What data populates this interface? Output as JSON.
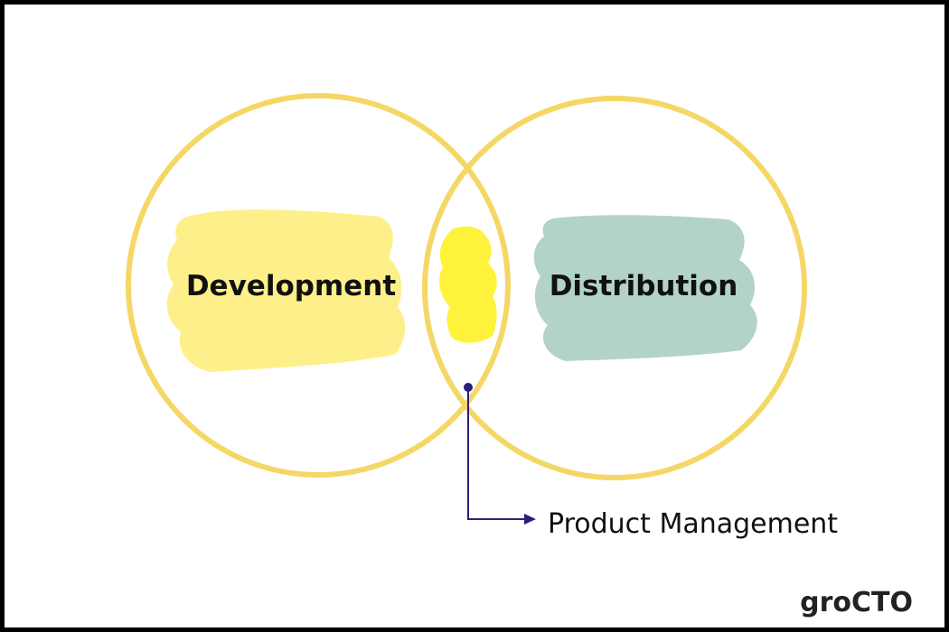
{
  "diagram": {
    "left_set": {
      "label": "Development",
      "fill": "#fdf08a"
    },
    "right_set": {
      "label": "Distribution",
      "fill": "#b3d3c8"
    },
    "intersection": {
      "fill": "#fff23a"
    },
    "circle_stroke": "#f4d765",
    "callout": {
      "label": "Product Management",
      "color": "#2b1f7a"
    }
  },
  "brand": {
    "logo_text": "groCTO"
  }
}
